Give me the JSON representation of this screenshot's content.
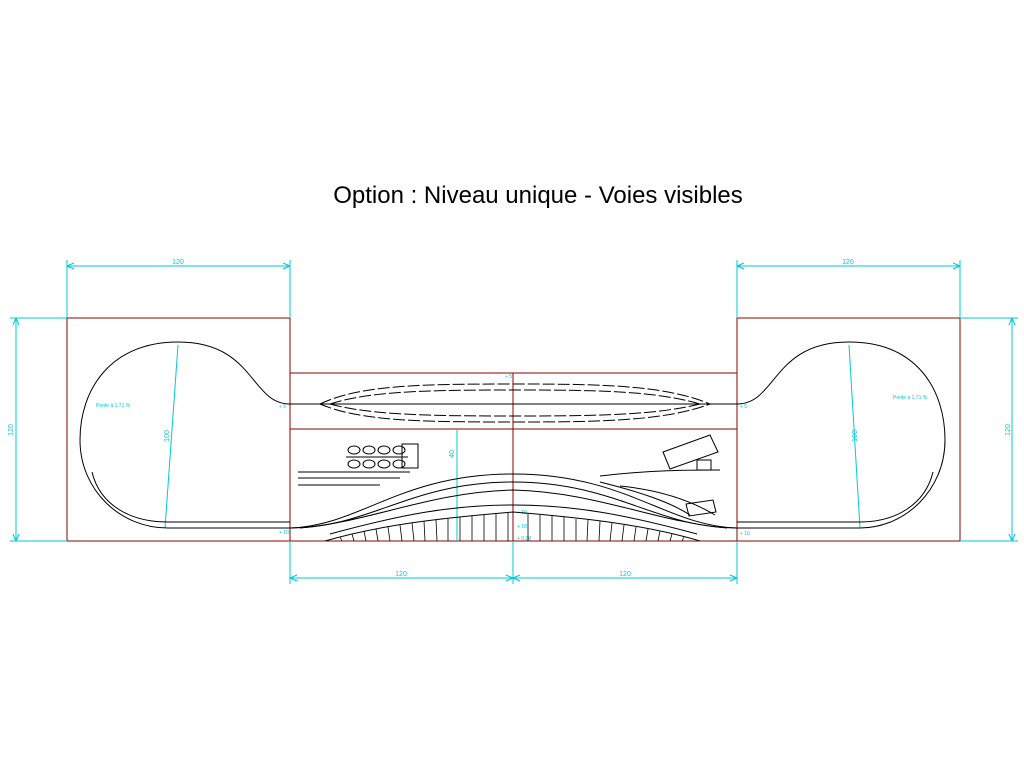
{
  "title": "Option : Niveau unique - Voies visibles",
  "dimensions": {
    "left_top_width": "120",
    "right_top_width": "120",
    "left_height": "120",
    "right_height": "120",
    "bottom_left_width": "120",
    "bottom_right_width": "120",
    "left_loop_diameter": "100",
    "right_loop_diameter": "100",
    "center_depth": "40"
  },
  "annotations": {
    "left_slope": "Pente à 1,71 %",
    "right_slope": "Pente à 1,71 %",
    "top_center_level": "+ 5",
    "left_upper_level": "+ 5",
    "right_upper_level": "+ 5",
    "left_lower_level": "+ 10",
    "right_lower_level": "+ 10",
    "center_mid_level": "+ 10",
    "center_bottom_level": "+ 0,00",
    "center_level_b": "+ 10"
  },
  "colors": {
    "frame": "#8b0000",
    "track": "#000000",
    "dimension": "#00c8d8"
  }
}
